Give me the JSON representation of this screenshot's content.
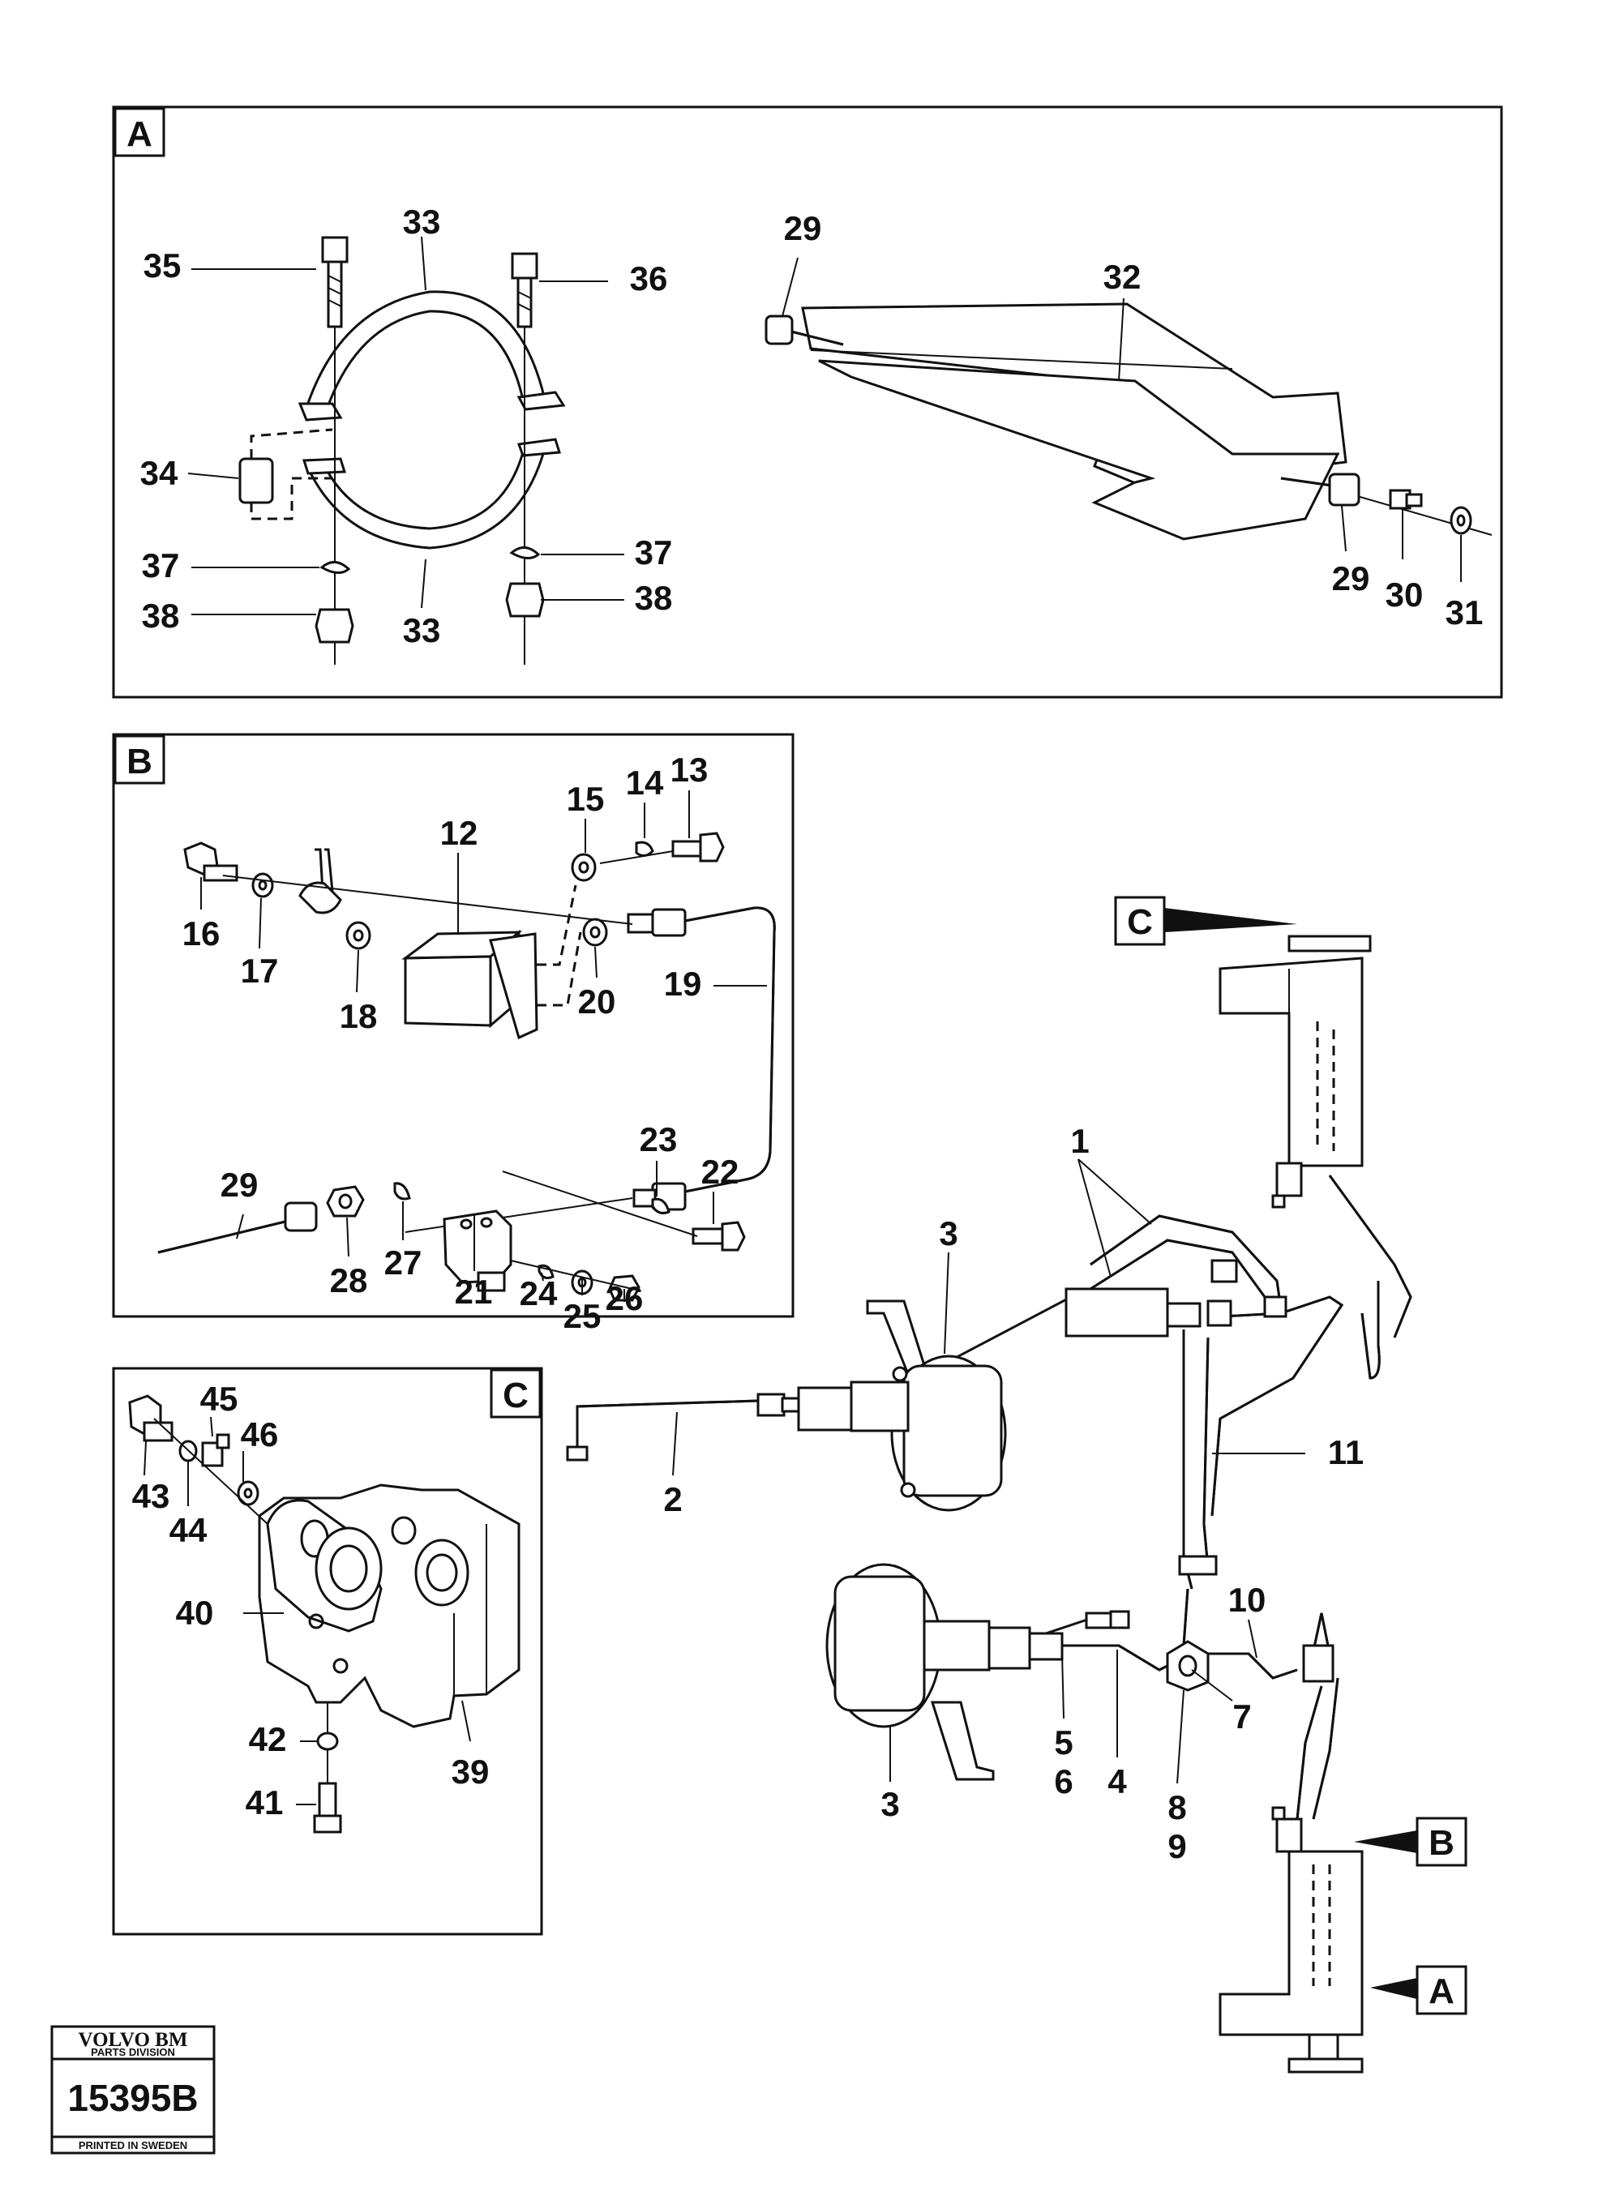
{
  "panels": {
    "a": {
      "letter": "A"
    },
    "b": {
      "letter": "B"
    },
    "c": {
      "letter": "C"
    }
  },
  "callouts": {
    "c": "C",
    "b": "B",
    "a": "A"
  },
  "labels": {
    "a_35": "35",
    "a_33_top": "33",
    "a_36": "36",
    "a_34": "34",
    "a_37_left": "37",
    "a_38_left": "38",
    "a_33_bottom": "33",
    "a_37_right": "37",
    "a_38_right": "38",
    "a_29_top": "29",
    "a_32": "32",
    "a_29_bottom": "29",
    "a_30": "30",
    "a_31": "31",
    "b_15": "15",
    "b_14": "14",
    "b_13": "13",
    "b_12": "12",
    "b_16": "16",
    "b_17": "17",
    "b_18": "18",
    "b_20": "20",
    "b_19": "19",
    "b_29": "29",
    "b_23": "23",
    "b_22": "22",
    "b_28": "28",
    "b_27": "27",
    "b_21": "21",
    "b_24": "24",
    "b_25": "25",
    "b_26": "26",
    "c_45": "45",
    "c_46": "46",
    "c_43": "43",
    "c_44": "44",
    "c_40": "40",
    "c_42": "42",
    "c_39": "39",
    "c_41": "41",
    "m_1": "1",
    "m_3_top": "3",
    "m_2": "2",
    "m_11": "11",
    "m_10": "10",
    "m_7": "7",
    "m_5": "5",
    "m_6": "6",
    "m_4": "4",
    "m_8": "8",
    "m_9": "9",
    "m_3_bottom": "3"
  },
  "logo": {
    "brand": "VOLVO BM",
    "division": "PARTS DIVISION",
    "number": "15395B",
    "printed": "PRINTED IN SWEDEN"
  }
}
